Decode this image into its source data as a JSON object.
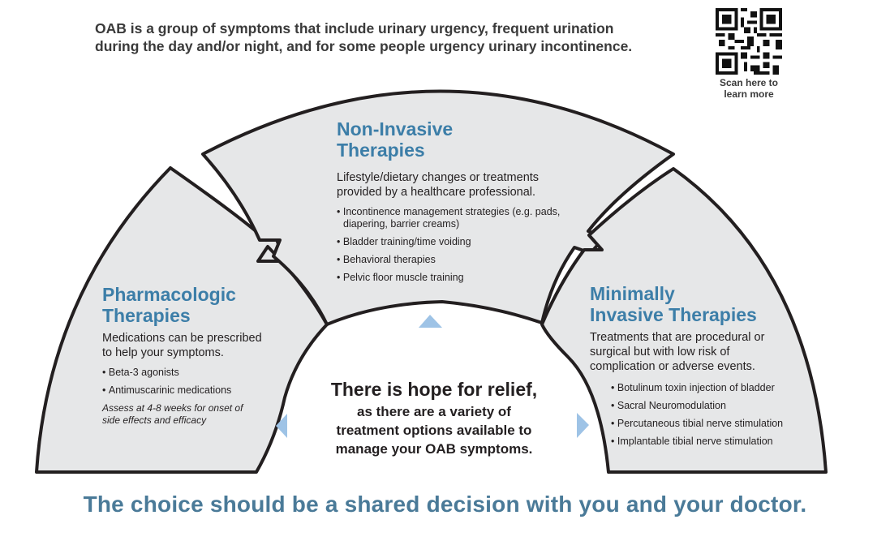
{
  "intro": {
    "line1": "OAB is a group of symptoms that include urinary urgency, frequent urination",
    "line2": "during the day and/or night, and for some people urgency urinary incontinence."
  },
  "qr": {
    "label_line1": "Scan here to",
    "label_line2": "learn more"
  },
  "panels": {
    "non_invasive": {
      "title_line1": "Non-Invasive",
      "title_line2": "Therapies",
      "desc_line1": "Lifestyle/dietary changes or treatments",
      "desc_line2": "provided by a healthcare professional.",
      "items": [
        "Incontinence management strategies (e.g. pads,",
        "diapering, barrier creams)",
        "Bladder training/time voiding",
        "Behavioral therapies",
        "Pelvic floor muscle training"
      ]
    },
    "pharmacologic": {
      "title_line1": "Pharmacologic",
      "title_line2": "Therapies",
      "desc_line1": "Medications can be prescribed",
      "desc_line2": "to help your symptoms.",
      "items": [
        "Beta-3 agonists",
        "Antimuscarinic medications"
      ],
      "note_line1": "Assess at 4-8 weeks for onset of",
      "note_line2": "side effects and efficacy"
    },
    "minimally_invasive": {
      "title_line1": "Minimally",
      "title_line2": "Invasive Therapies",
      "desc_line1": "Treatments that are procedural or",
      "desc_line2": "surgical but with low risk of",
      "desc_line3": "complication or adverse events.",
      "items": [
        "Botulinum toxin injection of bladder",
        "Sacral Neuromodulation",
        "Percutaneous tibial nerve stimulation",
        "Implantable tibial nerve stimulation"
      ]
    }
  },
  "center": {
    "title": "There is hope for relief,",
    "line1": "as there are a variety of",
    "line2": "treatment options available to",
    "line3": "manage your OAB symptoms."
  },
  "footer": "The choice should be a shared decision with you and your doctor.",
  "colors": {
    "panel_fill": "#e6e7e8",
    "panel_stroke": "#231f20",
    "title_blue": "#3c7ea8",
    "arrow_blue": "#9ec3e6",
    "footer_blue": "#4a7a98"
  }
}
